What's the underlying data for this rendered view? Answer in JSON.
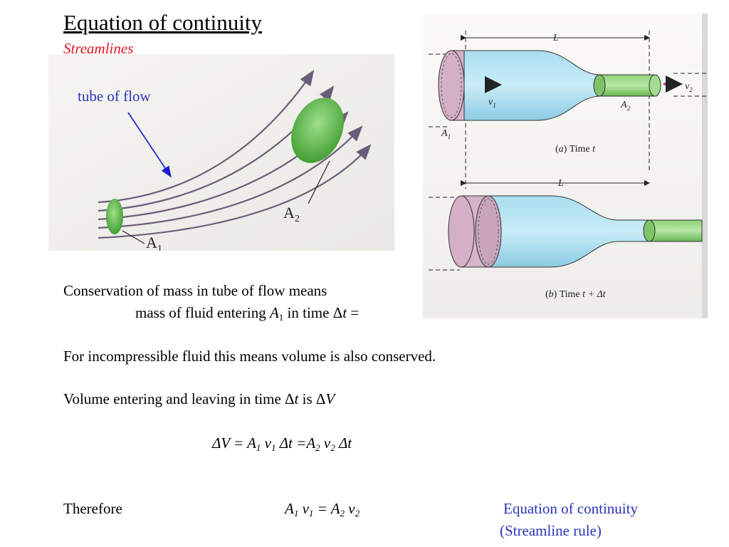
{
  "slide": {
    "title": "Equation of continuity",
    "subtitle": "Streamlines"
  },
  "left_figure": {
    "caption": "tube of flow",
    "label_a1": "A",
    "label_a1_sub": "1",
    "label_a2": "A",
    "label_a2_sub": "2"
  },
  "right_figure": {
    "length_label": "L",
    "label_a1": "A",
    "label_a1_sub": "1",
    "label_a2": "A",
    "label_a2_sub": "2",
    "label_v1": "v",
    "label_v1_sub": "1",
    "label_v2": "v",
    "label_v2_sub": "2",
    "panel_a_letter": "a",
    "panel_a_text": "Time",
    "panel_a_time": "t",
    "panel_b_letter": "b",
    "panel_b_text": "Time",
    "panel_b_time": "t + Δt"
  },
  "lines": {
    "line1": "Conservation of mass in tube of flow means",
    "line2_pre": "mass of fluid entering",
    "line2_var": "A",
    "line2_sub": "1",
    "line2_mid": "in time Δ",
    "line2_t": "t",
    "line2_post": "=",
    "line3": "For incompressible fluid this means volume is also conserved.",
    "line4_pre": "Volume entering and leaving in time Δ",
    "line4_t": "t",
    "line4_mid": "is Δ",
    "line4_v": "V",
    "eq_dv": "ΔV = A",
    "eq_sub1": "1",
    "eq_v": "v",
    "eq_sub2": "1",
    "eq_mid": "Δt =A",
    "eq_sub3": "2",
    "eq_v2": "v",
    "eq_sub4": "2",
    "eq_end": "Δt",
    "therefore": "Therefore",
    "final_a": "A",
    "final_sub1": "1",
    "final_v": "v",
    "final_sub2": "1",
    "final_eq": "= A",
    "final_sub3": "2",
    "final_v2": "v",
    "final_sub4": "2",
    "rule_line1": "Equation of continuity",
    "rule_line2": "(Streamline rule)"
  }
}
